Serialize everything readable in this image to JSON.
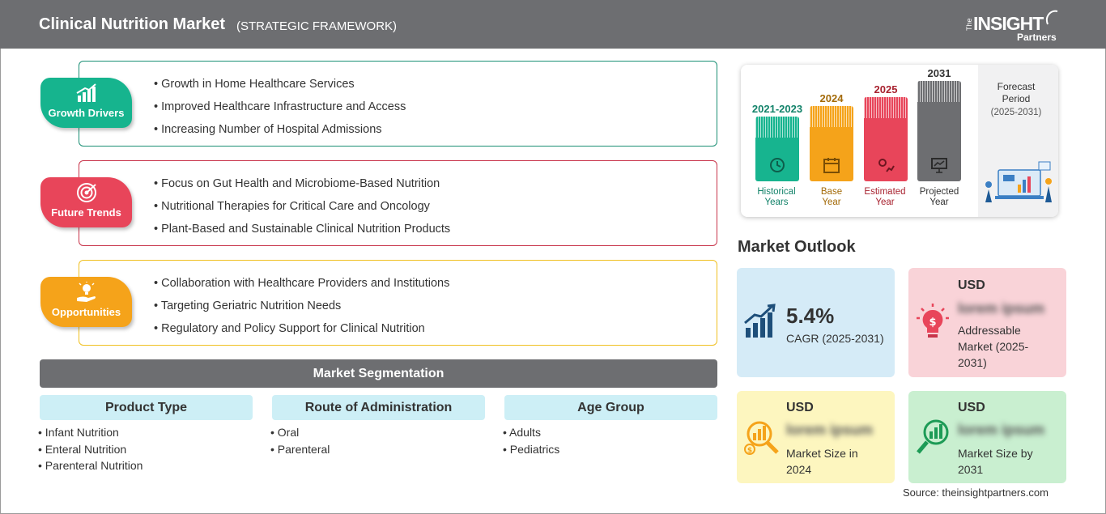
{
  "header": {
    "title": "Clinical Nutrition Market",
    "subtitle": "(STRATEGIC FRAMEWORK)",
    "logo_the": "The",
    "logo_insight": "INSIGHT",
    "logo_partners": "Partners"
  },
  "framework": [
    {
      "label": "Growth Drivers",
      "icon": "bar-growth-icon",
      "color": "#16b48e",
      "border": "#1a8f74",
      "items": [
        "Growth in Home Healthcare Services",
        "Improved Healthcare Infrastructure and Access",
        "Increasing Number of Hospital Admissions"
      ]
    },
    {
      "label": "Future Trends",
      "icon": "target-icon",
      "color": "#e8455a",
      "border": "#c8344a",
      "items": [
        "Focus on Gut Health and Microbiome-Based Nutrition",
        "Nutritional Therapies for Critical Care and Oncology",
        "Plant-Based and Sustainable Clinical Nutrition Products"
      ]
    },
    {
      "label": "Opportunities",
      "icon": "lightbulb-hand-icon",
      "color": "#f5a31a",
      "border": "#f0c020",
      "items": [
        "Collaboration with Healthcare Providers and Institutions",
        "Targeting Geriatric Nutrition Needs",
        "Regulatory and Policy Support for Clinical Nutrition"
      ]
    }
  ],
  "segmentation": {
    "title": "Market Segmentation",
    "columns": [
      {
        "head": "Product Type",
        "items": [
          "Infant Nutrition",
          "Enteral Nutrition",
          "Parenteral Nutrition"
        ]
      },
      {
        "head": "Route of Administration",
        "items": [
          "Oral",
          "Parenteral"
        ]
      },
      {
        "head": "Age Group",
        "items": [
          "Adults",
          "Pediatrics"
        ]
      }
    ]
  },
  "timeline": [
    {
      "year": "2021-2023",
      "label_1": "Historical",
      "label_2": "Years",
      "color": "#17b48f",
      "text_color": "#13836a",
      "icon": "history-icon"
    },
    {
      "year": "2024",
      "label_1": "Base",
      "label_2": "Year",
      "color": "#f5a31a",
      "text_color": "#a36a08",
      "icon": "calendar-icon"
    },
    {
      "year": "2025",
      "label_1": "Estimated",
      "label_2": "Year",
      "color": "#e8455a",
      "text_color": "#a8222f",
      "icon": "gear-chart-icon"
    },
    {
      "year": "2031",
      "label_1": "Projected",
      "label_2": "Year",
      "color": "#6d6e71",
      "text_color": "#333333",
      "icon": "presentation-icon"
    }
  ],
  "forecast": {
    "title": "Forecast Period",
    "range": "(2025-2031)"
  },
  "outlook": {
    "title": "Market Outlook",
    "cagr_value": "5.4%",
    "cagr_label": "CAGR (2025-2031)",
    "addressable_usd": "USD",
    "addressable_value": "lorem ipsum",
    "addressable_label": "Addressable Market (2025-2031)",
    "size2024_usd": "USD",
    "size2024_value": "lorem ipsum",
    "size2024_label": "Market Size in 2024",
    "size2031_usd": "USD",
    "size2031_value": "lorem ipsum",
    "size2031_label": "Market Size by 2031"
  },
  "source": "Source: theinsightpartners.com"
}
